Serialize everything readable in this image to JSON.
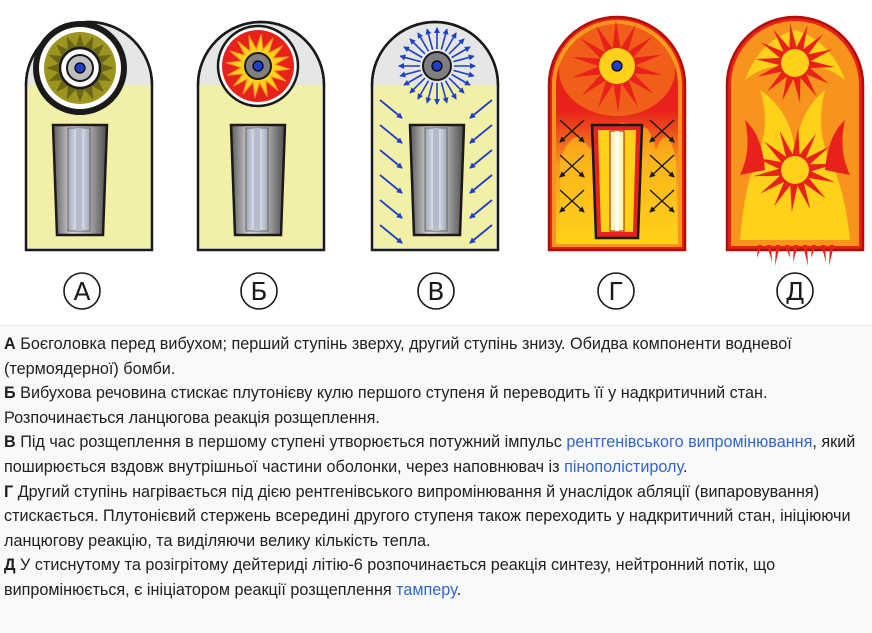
{
  "stages": [
    {
      "letter": "А",
      "panel": "A"
    },
    {
      "letter": "Б",
      "panel": "B"
    },
    {
      "letter": "В",
      "panel": "C"
    },
    {
      "letter": "Г",
      "panel": "D"
    },
    {
      "letter": "Д",
      "panel": "E"
    }
  ],
  "captions": [
    {
      "letter": "А",
      "parts": [
        {
          "text": "Боєголовка перед вибухом; перший ступінь зверху, другий ступінь знизу. Обидва компоненти водневої (термоядерної) бомби."
        }
      ]
    },
    {
      "letter": "Б",
      "parts": [
        {
          "text": "Вибухова речовина стискає плутонієву кулю першого ступеня й переводить її у надкритичний стан. Розпочинається ланцюгова реакція розщеплення."
        }
      ]
    },
    {
      "letter": "В",
      "parts": [
        {
          "text": "Під час розщеплення в першому ступені утворюється потужний імпульс "
        },
        {
          "text": "рентгенівського випромінювання",
          "link": true
        },
        {
          "text": ", який поширюється вздовж внутрішньої частини оболонки, через наповнювач із "
        },
        {
          "text": "пінополістиролу",
          "link": true
        },
        {
          "text": "."
        }
      ]
    },
    {
      "letter": "Г",
      "parts": [
        {
          "text": "Другий ступінь нагрівається під дією рентгенівського випромінювання й унаслідок абляції (випаровування) стискається. Плутонієвий стержень всередині другого ступеня також переходить у надкритичний стан, ініціюючи ланцюгову реакцію, та виділяючи велику кількість тепла."
        }
      ]
    },
    {
      "letter": "Д",
      "parts": [
        {
          "text": "У стиснутому та розігрітому дейтериді літію-6 розпочинається реакція синтезу, нейтронний потік, що випромінюється, є ініціатором реакції розщеплення "
        },
        {
          "text": "тамперу",
          "link": true
        },
        {
          "text": "."
        }
      ]
    }
  ],
  "colors": {
    "casing": "#e6e6e6",
    "filler": "#f2f0a6",
    "outline": "#1a1a1a",
    "explosive_a": "#9c9620",
    "fireball_red": "#e8211a",
    "fireball_orange": "#f7941d",
    "fireball_yellow": "#ffd11a",
    "xray_blue": "#1e3fc8",
    "plutonium_core": "#1e3fc8",
    "link": "#3366cc",
    "caption_bg": "#f8f9fa"
  }
}
